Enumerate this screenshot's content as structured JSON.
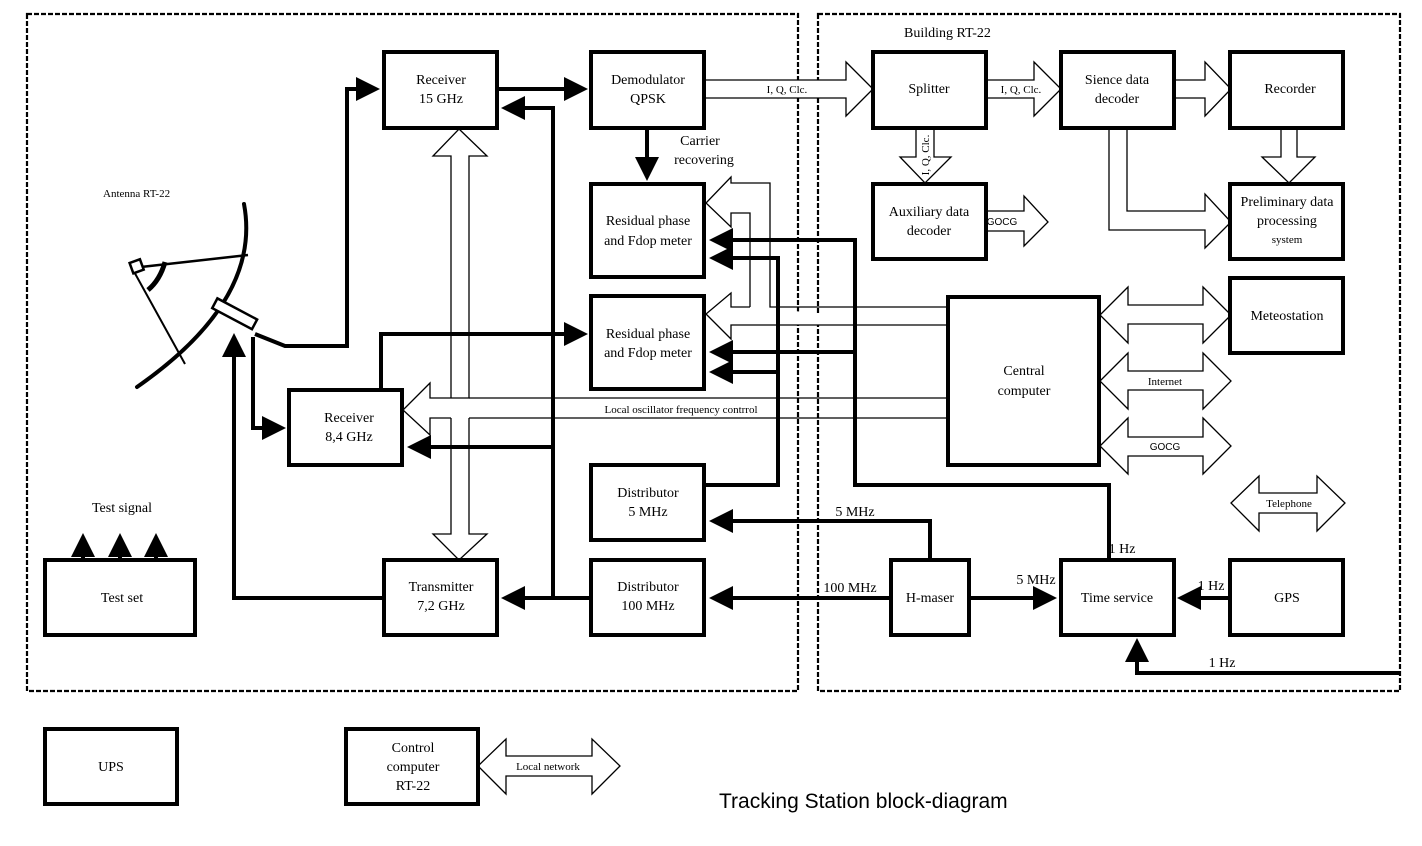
{
  "diagram": {
    "title": "Tracking Station block-diagram",
    "zones": {
      "antenna_zone": "Antenna RT-22",
      "building_zone": "Building RT-22"
    },
    "blocks": {
      "receiver_15": [
        "Receiver",
        "15 GHz"
      ],
      "demodulator": [
        "Demodulator",
        "QPSK"
      ],
      "residual_1": [
        "Residual phase",
        "and Fdop meter"
      ],
      "residual_2": [
        "Residual phase",
        "and Fdop meter"
      ],
      "receiver_84": [
        "Receiver",
        "8,4 GHz"
      ],
      "distributor_5": [
        "Distributor",
        "5 MHz"
      ],
      "distributor_100": [
        "Distributor",
        "100 MHz"
      ],
      "transmitter": [
        "Transmitter",
        "7,2 GHz"
      ],
      "test_set": [
        "Test set"
      ],
      "splitter": [
        "Splitter"
      ],
      "science_decoder": [
        "Sience data",
        "decoder"
      ],
      "recorder": [
        "Recorder"
      ],
      "aux_decoder": [
        "Auxiliary data",
        "decoder"
      ],
      "prelim_processing": [
        "Preliminary data",
        "processing",
        "system"
      ],
      "central_computer": [
        "Central",
        "computer"
      ],
      "meteostation": [
        "Meteostation"
      ],
      "h_maser": [
        "H-maser"
      ],
      "time_service": [
        "Time service"
      ],
      "gps": [
        "GPS"
      ],
      "ups": [
        "UPS"
      ],
      "control_computer": [
        "Control",
        "computer",
        "RT-22"
      ]
    },
    "labels": {
      "antenna": "Antenna RT-22",
      "test_signal": "Test signal",
      "carrier_recovering": [
        "Carrier",
        "recovering"
      ],
      "iq_clc_main": "I, Q, Clc.",
      "iq_clc_science": "I, Q, Clc.",
      "iq_clc_aux": "I, Q, Clc.",
      "gocg_aux": "GOCG",
      "internet": "Internet",
      "gocg_central": "GOCG",
      "telephone": "Telephone",
      "local_network": "Local network",
      "lo_control": "Local oscillator frequency contrrol",
      "freq_5mhz_top": "5 MHz",
      "freq_100mhz": "100 MHz",
      "freq_5mhz_ts": "5 MHz",
      "freq_1hz_top": "1 Hz",
      "freq_1hz_gps": "1 Hz",
      "freq_1hz_bottom": "1 Hz"
    }
  }
}
